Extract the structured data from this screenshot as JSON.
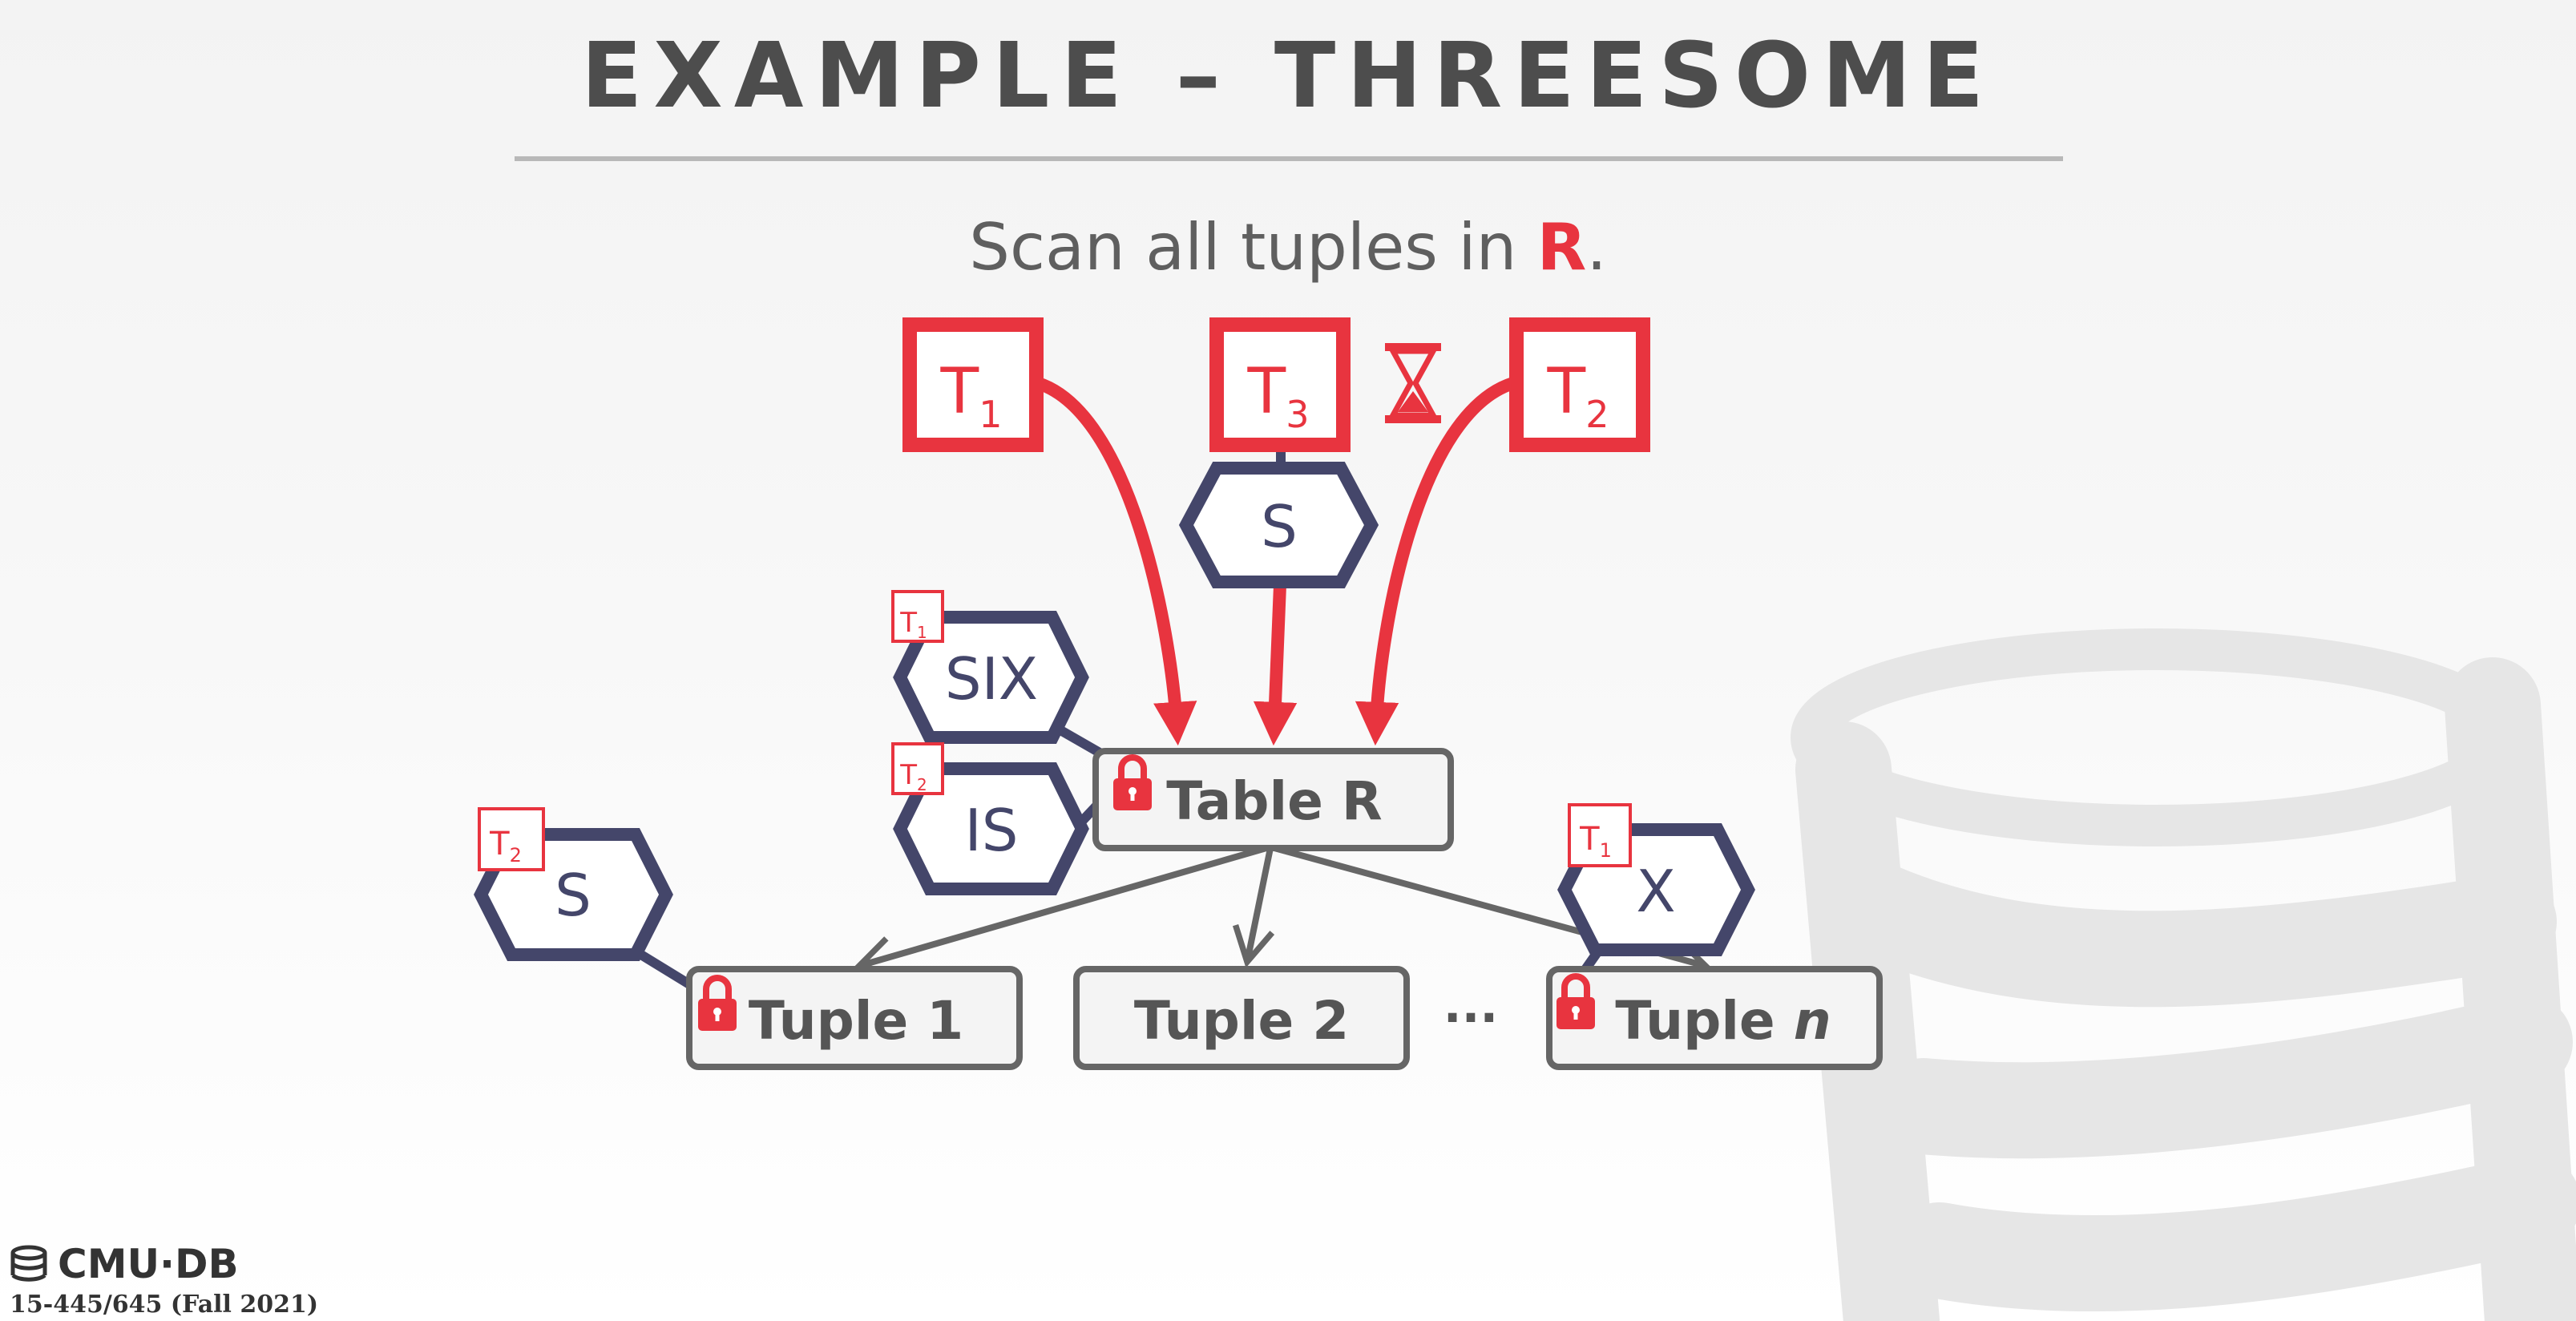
{
  "slide": {
    "title": "EXAMPLE – THREESOME",
    "subtitle_prefix": "Scan all tuples in ",
    "subtitle_relation": "R",
    "subtitle_suffix": "."
  },
  "colors": {
    "red": "#e8343f",
    "navy": "#44466a",
    "gray_text": "#555555",
    "box_border": "#666666",
    "watermark": "#e6e6e6"
  },
  "transactions": {
    "t1": {
      "letter": "T",
      "sub": "1"
    },
    "t3": {
      "letter": "T",
      "sub": "3",
      "status_icon": "hourglass-icon"
    },
    "t2": {
      "letter": "T",
      "sub": "2"
    }
  },
  "locks": {
    "t3_table": {
      "mode": "S"
    },
    "t1_table": {
      "mode": "SIX",
      "owner": {
        "letter": "T",
        "sub": "1"
      }
    },
    "t2_table": {
      "mode": "IS",
      "owner": {
        "letter": "T",
        "sub": "2"
      }
    },
    "t2_tuple1": {
      "mode": "S",
      "owner": {
        "letter": "T",
        "sub": "2"
      }
    },
    "t1_tuplen": {
      "mode": "X",
      "owner": {
        "letter": "T",
        "sub": "1"
      }
    }
  },
  "nodes": {
    "table": "Table R",
    "tuple1": "Tuple 1",
    "tuple2": "Tuple 2",
    "ellipsis": "···",
    "tuplen_prefix": "Tuple ",
    "tuplen_var": "n"
  },
  "footer": {
    "logo_text": "CMU·DB",
    "logo_icon": "database-icon",
    "course": "15-445/645 (Fall 2021)"
  }
}
